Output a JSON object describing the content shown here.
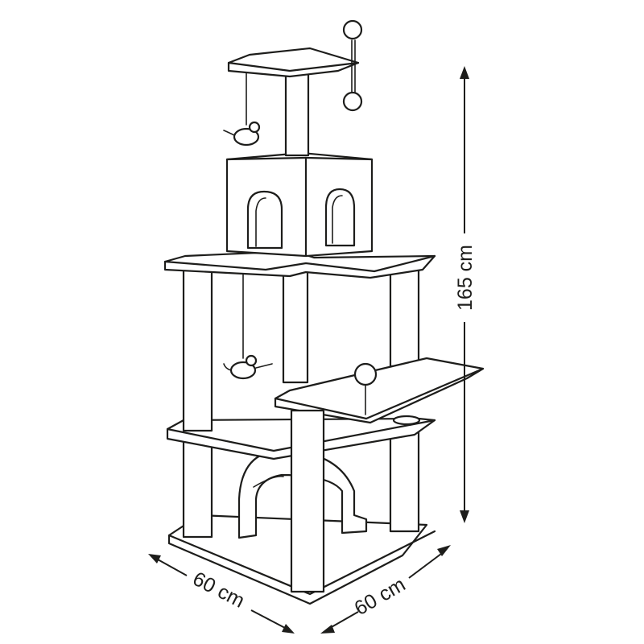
{
  "dimensions": {
    "height": "165 cm",
    "width_left": "60 cm",
    "width_right": "60 cm"
  },
  "colors": {
    "line": "#1d1d1b",
    "background": "#ffffff"
  },
  "icons": [
    "mouse-toy-icon",
    "ball-toy-icon"
  ]
}
